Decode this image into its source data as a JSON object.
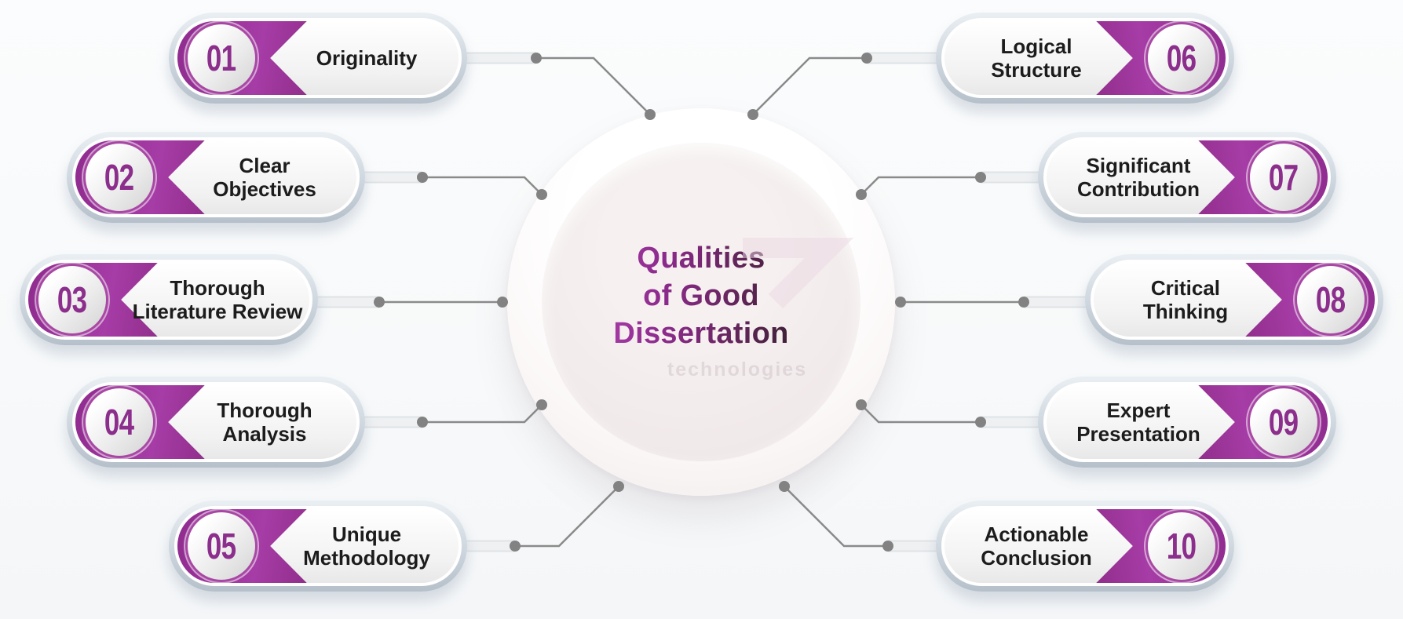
{
  "title": {
    "line1": "Qualities",
    "line2": "of Good",
    "line3": "Dissertation"
  },
  "watermark": {
    "text": "technologies"
  },
  "items": [
    {
      "number": "01",
      "line1": "Originality",
      "line2": ""
    },
    {
      "number": "02",
      "line1": "Clear",
      "line2": "Objectives"
    },
    {
      "number": "03",
      "line1": "Thorough",
      "line2": "Literature Review"
    },
    {
      "number": "04",
      "line1": "Thorough",
      "line2": "Analysis"
    },
    {
      "number": "05",
      "line1": "Unique",
      "line2": "Methodology"
    },
    {
      "number": "06",
      "line1": "Logical",
      "line2": "Structure"
    },
    {
      "number": "07",
      "line1": "Significant",
      "line2": "Contribution"
    },
    {
      "number": "08",
      "line1": "Critical",
      "line2": "Thinking"
    },
    {
      "number": "09",
      "line1": "Expert",
      "line2": "Presentation"
    },
    {
      "number": "10",
      "line1": "Actionable",
      "line2": "Conclusion"
    }
  ],
  "colors": {
    "accent_purple": "#952e95",
    "accent_purple_dark": "#471343",
    "number_purple": "#8c2e8c",
    "label_text": "#1c1c1c",
    "ring_silver": "#c3ccd5",
    "connector_gray": "#8a8a8a",
    "title_gradient_start": "#a23aa2",
    "title_gradient_end": "#3f2038"
  }
}
